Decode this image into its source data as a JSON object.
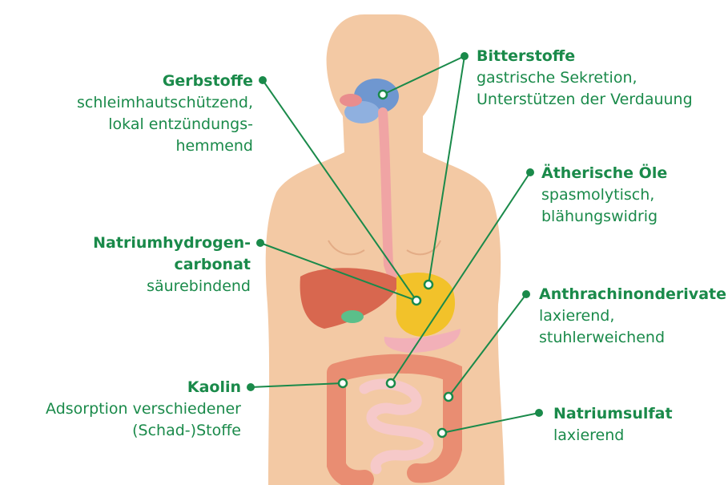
{
  "colors": {
    "accent_green": "#1a8a4a",
    "skin": "#f3c9a4",
    "liver": "#d8674f",
    "stomach": "#f2c22a",
    "intestine": "#e98d72",
    "small_intestine": "#f6c9c9",
    "esophagus": "#f0a4a4"
  },
  "annotations": {
    "gerbstoffe": {
      "title": "Gerbstoffe",
      "lines": [
        "schleimhautschützend,",
        "lokal entzündungs-",
        "hemmend"
      ]
    },
    "bitterstoffe": {
      "title": "Bitterstoffe",
      "lines": [
        "gastrische Sekretion,",
        "Unterstützen der Verdauung"
      ]
    },
    "aetherische_oele": {
      "title": "Ätherische Öle",
      "lines": [
        "spasmolytisch,",
        "blähungswidrig"
      ]
    },
    "natriumhydrogencarbonat": {
      "title_lines": [
        "Natriumhydrogen-",
        "carbonat"
      ],
      "lines": [
        "säurebindend"
      ]
    },
    "anthrachinonderivate": {
      "title": "Anthrachinonderivate",
      "lines": [
        "laxierend,",
        "stuhlerweichend"
      ]
    },
    "kaolin": {
      "title": "Kaolin",
      "lines": [
        "Adsorption verschiedener",
        "(Schad-)Stoffe"
      ]
    },
    "natriumsulfat": {
      "title": "Natriumsulfat",
      "lines": [
        "laxierend"
      ]
    }
  }
}
